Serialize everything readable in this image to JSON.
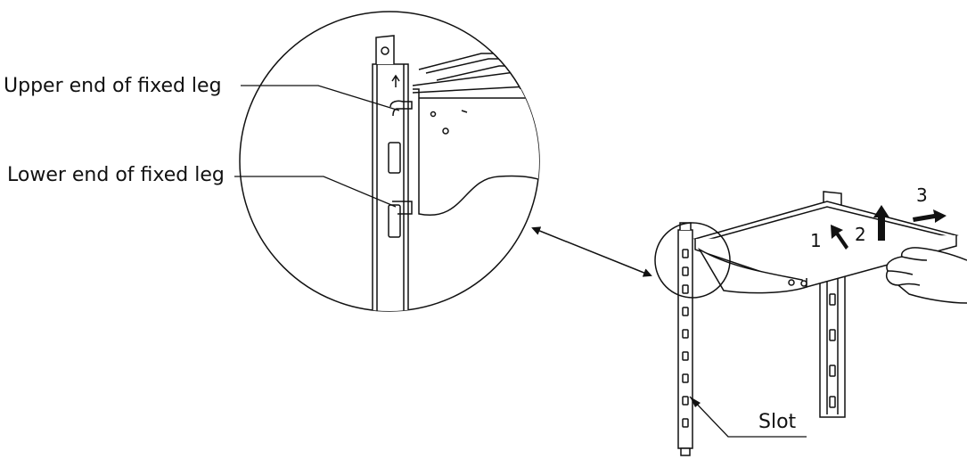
{
  "labels": {
    "upper_end": "Upper end of fixed leg",
    "lower_end": "Lower end of fixed leg",
    "slot": "Slot"
  },
  "steps": [
    "1",
    "2",
    "3"
  ],
  "colors": {
    "line": "#111111",
    "background": "#ffffff"
  }
}
